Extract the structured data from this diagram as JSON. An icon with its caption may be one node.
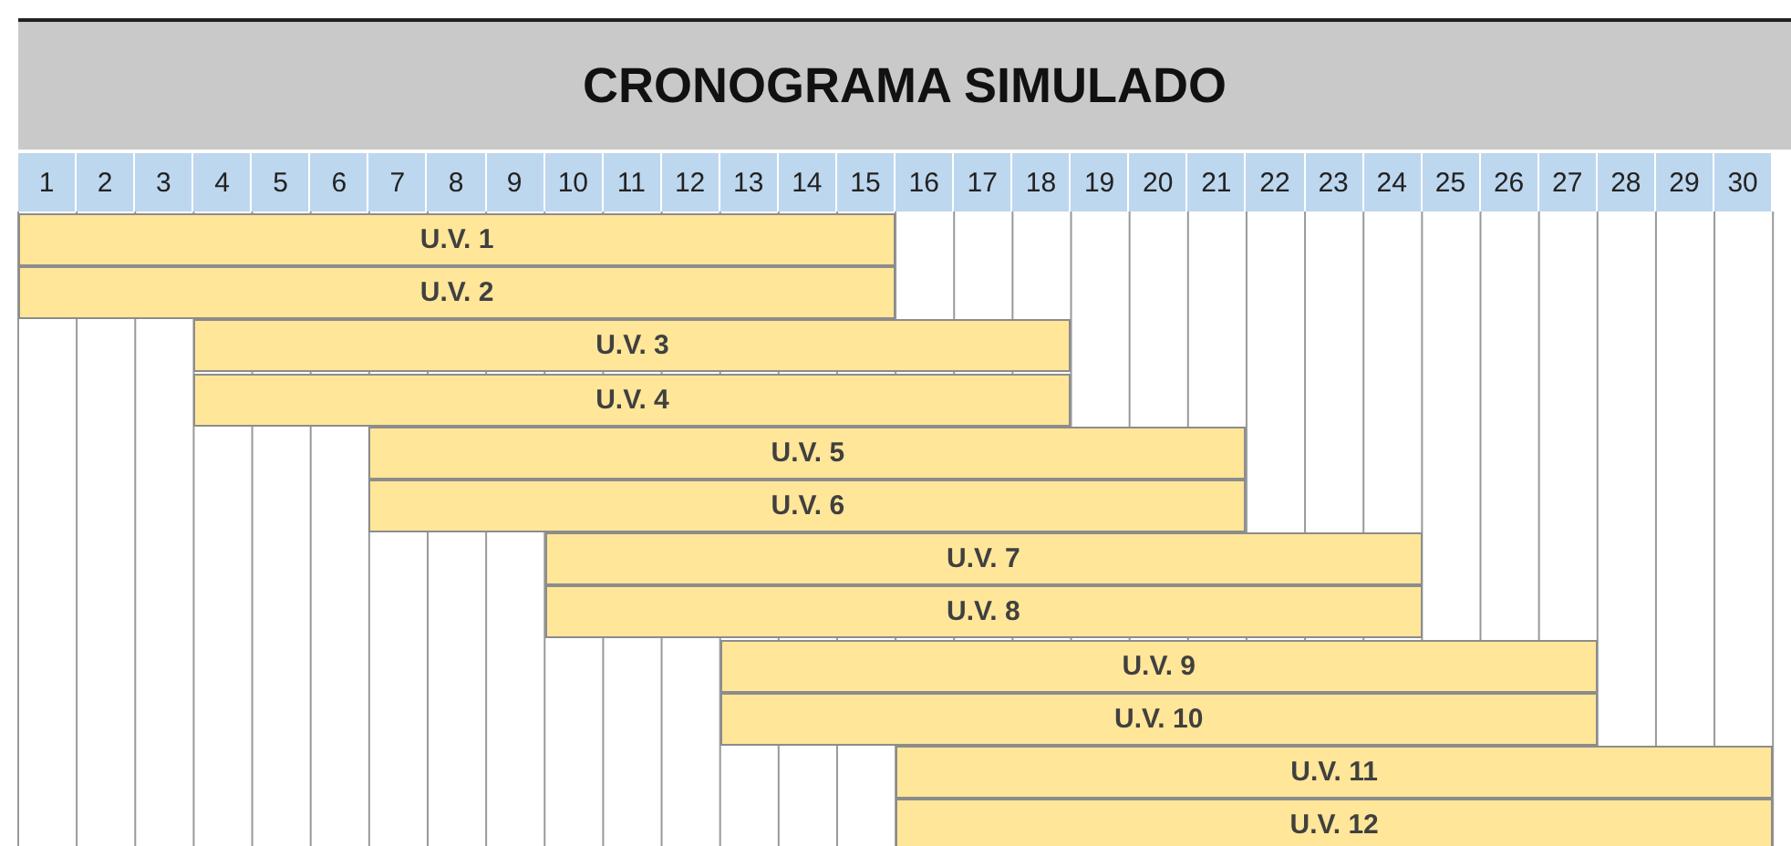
{
  "diagram": {
    "title": "CRONOGRAMA SIMULADO",
    "nodes": [
      {
        "text": [
          "U.V. 1"
        ]
      },
      {
        "text": [
          "U.V. 2"
        ]
      },
      {
        "text": [
          "U.V. 3"
        ]
      },
      {
        "text": [
          "U.V. 4"
        ]
      },
      {
        "text": [
          "U.V. 5"
        ]
      },
      {
        "text": [
          "U.V. 6"
        ]
      },
      {
        "text": [
          "U.V. 7"
        ]
      },
      {
        "text": [
          "U.V. 8"
        ]
      },
      {
        "text": [
          "U.V. 9"
        ]
      },
      {
        "text": [
          "U.V. 10"
        ]
      },
      {
        "text": [
          "U.V. 11"
        ]
      },
      {
        "text": [
          "U.V. 12"
        ]
      }
    ],
    "labels": [
      "1",
      "2",
      "3",
      "4",
      "5",
      "6",
      "7",
      "8",
      "9",
      "10",
      "11",
      "12",
      "13",
      "14",
      "15",
      "16",
      "17",
      "18",
      "19",
      "20",
      "21",
      "22",
      "23",
      "24",
      "25",
      "26",
      "27",
      "28",
      "29",
      "30"
    ]
  }
}
